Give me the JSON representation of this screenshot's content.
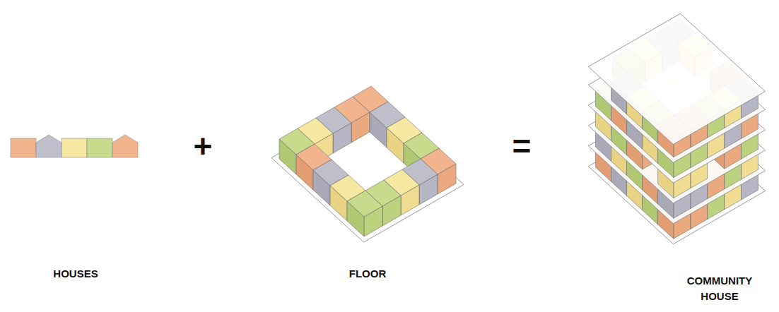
{
  "diagram": {
    "labels": [
      "+",
      "=",
      "HOUSES",
      "FLOOR",
      "COMMUNITY HOUSE"
    ]
  }
}
